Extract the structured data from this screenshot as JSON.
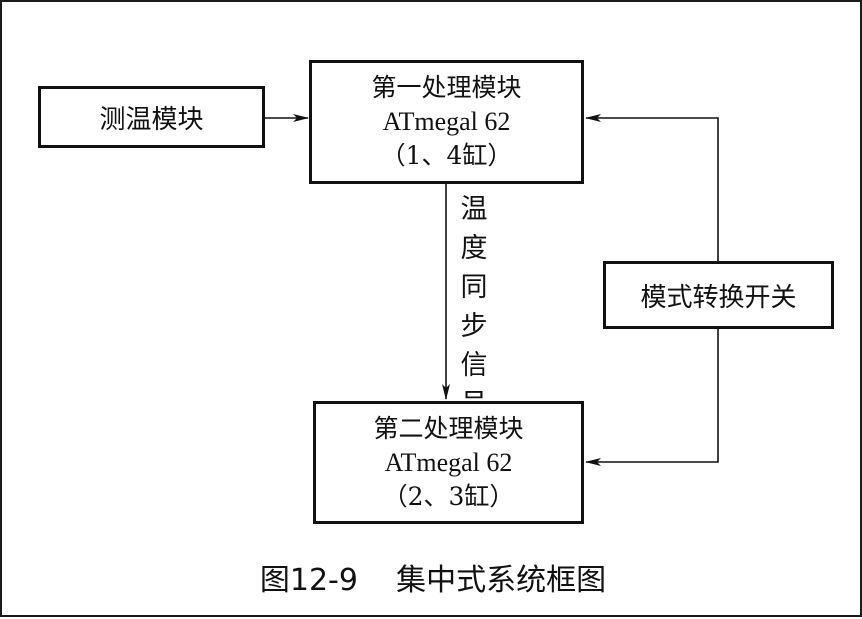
{
  "diagram": {
    "temp_module": "测温模块",
    "proc1": {
      "name": "第一处理模块",
      "chip": "ATmegal 62",
      "cylinders": "（1、4缸）"
    },
    "proc2": {
      "name": "第二处理模块",
      "chip": "ATmegal 62",
      "cylinders": "（2、3缸）"
    },
    "sync_signal": [
      "温",
      "度",
      "同",
      "步",
      "信",
      "号"
    ],
    "mode_switch": "模式转换开关"
  },
  "caption": "图12-9    集中式系统框图",
  "colors": {
    "line": "#111111",
    "background": "#ffffff"
  }
}
